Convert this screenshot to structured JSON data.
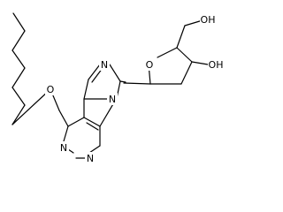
{
  "molecule": {
    "atoms": {
      "O_ether": "O",
      "N7": "N",
      "N9": "N",
      "N1": "N",
      "N3": "N",
      "O_ring": "O",
      "OH_top": "OH",
      "OH_right": "OH"
    }
  }
}
